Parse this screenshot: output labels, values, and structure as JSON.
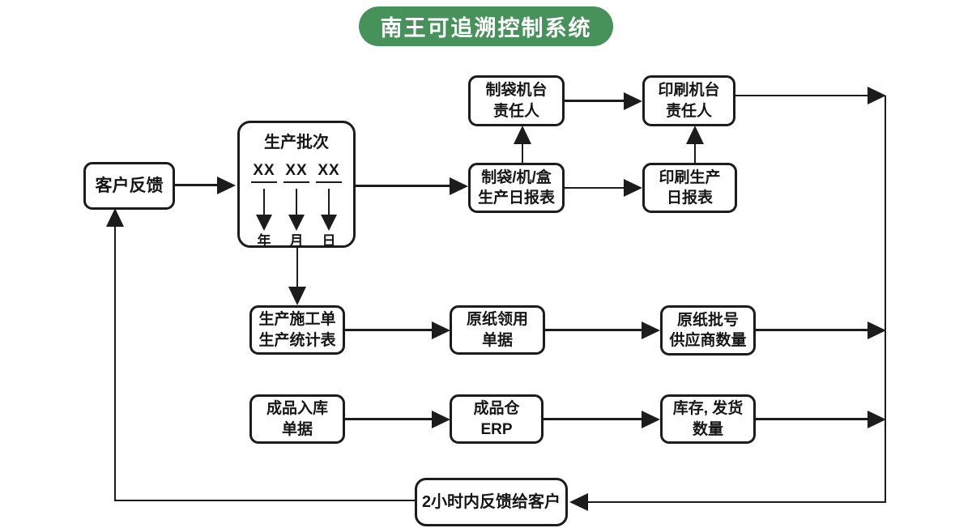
{
  "title": "南王可追溯控制系统",
  "colors": {
    "accent_green": "#47925A",
    "line": "#1c1c1c",
    "background": "#ffffff"
  },
  "nodes": {
    "customer_feedback": {
      "label": "客户反馈"
    },
    "production_batch": {
      "title": "生产批次",
      "xx": [
        "XX",
        "XX",
        "XX"
      ],
      "date_parts": [
        "年",
        "月",
        "日"
      ]
    },
    "bag_machine_operator": {
      "label": "制袋机台\n责任人"
    },
    "print_machine_operator": {
      "label": "印刷机台\n责任人"
    },
    "bag_daily_report": {
      "label": "制袋/机/盒\n生产日报表"
    },
    "print_daily_report": {
      "label": "印刷生产\n日报表"
    },
    "work_order_stats": {
      "label": "生产施工单\n生产统计表"
    },
    "paper_requisition": {
      "label": "原纸领用\n单据"
    },
    "paper_batch_supplier": {
      "label": "原纸批号\n供应商数量"
    },
    "finished_goods_receipt": {
      "label": "成品入库\n单据"
    },
    "finished_warehouse_erp": {
      "label": "成品仓\nERP"
    },
    "inventory_shipment": {
      "label": "库存, 发货\n数量"
    },
    "feedback_2h": {
      "label": "2小时内反馈给客户"
    }
  }
}
